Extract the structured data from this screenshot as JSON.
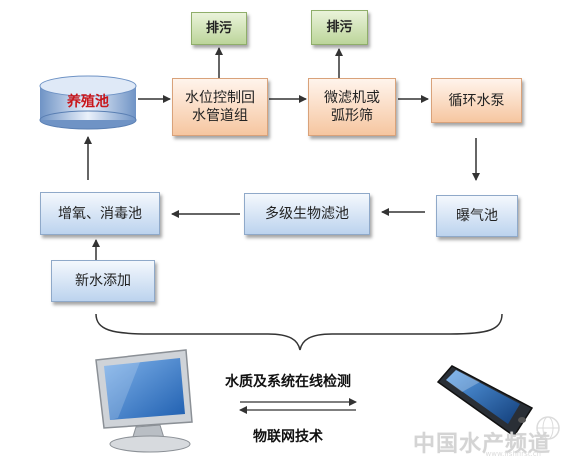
{
  "diagram": {
    "nodes": {
      "aquaculture_pond": "养殖池",
      "water_level_pipe": "水位控制回\n水管道组",
      "micro_filter": "微滤机或\n弧形筛",
      "circulation_pump": "循环水泵",
      "discharge_1": "排污",
      "discharge_2": "排污",
      "aeration_tank": "曝气池",
      "biofilter": "多级生物滤池",
      "oxygen_disinfect": "增氧、消毒池",
      "fresh_water": "新水添加"
    },
    "monitoring_label": "水质及系统在线检测",
    "iot_label": "物联网技术"
  },
  "watermark": {
    "text": "中国水产频道",
    "url": "www.fishfirst.cn"
  },
  "colors": {
    "process_box": "#f6c6a0",
    "storage_box": "#bcd3ee",
    "discharge_box": "#bcd59a",
    "pond_text": "#c8171c",
    "arrow": "#333333"
  },
  "icons": [
    "computer-monitor-icon",
    "mobile-phone-icon",
    "globe-watermark-icon"
  ]
}
